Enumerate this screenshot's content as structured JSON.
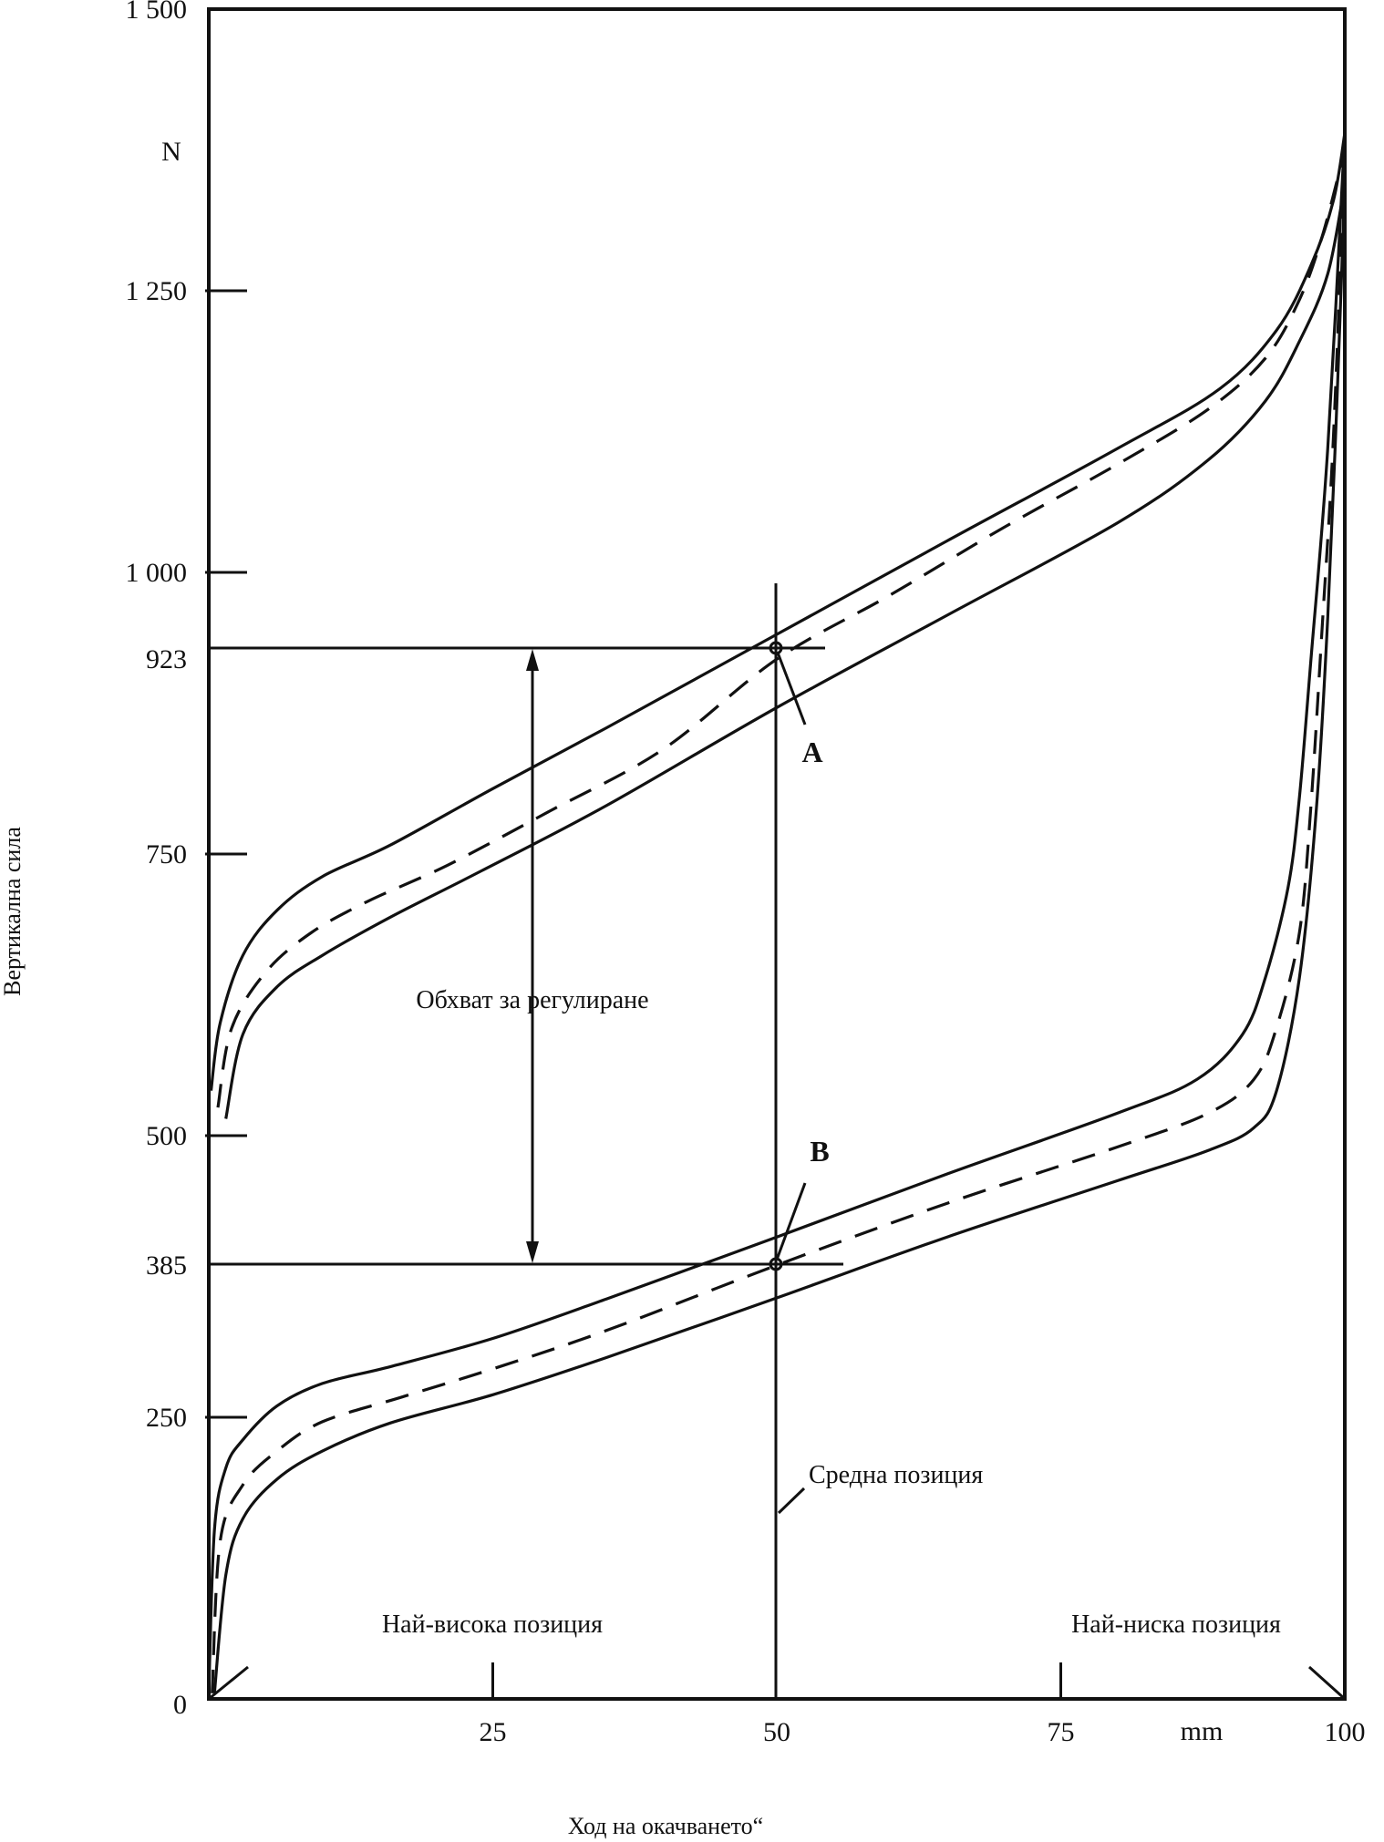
{
  "chart_data": {
    "type": "line",
    "title": "",
    "xlabel": "Ход на окачването“",
    "ylabel": "Вертикална сила",
    "x_unit": "mm",
    "y_unit": "N",
    "xlim": [
      0,
      100
    ],
    "ylim": [
      0,
      1500
    ],
    "xticks": [
      {
        "value": 25,
        "label": "25"
      },
      {
        "value": 50,
        "label": "50"
      },
      {
        "value": 75,
        "label": "75"
      },
      {
        "value": 100,
        "label": "100"
      }
    ],
    "xzero_label": "0",
    "yticks": [
      {
        "value": 1500,
        "label": "1 500"
      },
      {
        "value": 1250,
        "label": "1 250"
      },
      {
        "value": 1000,
        "label": "1 000"
      },
      {
        "value": 923,
        "label": "923"
      },
      {
        "value": 750,
        "label": "750"
      },
      {
        "value": 500,
        "label": "500"
      },
      {
        "value": 385,
        "label": "385"
      },
      {
        "value": 250,
        "label": "250"
      }
    ],
    "grid": false,
    "series": [
      {
        "style": "solid",
        "x": [
          0.2,
          1,
          3,
          6,
          10,
          16,
          25,
          35,
          50,
          65,
          80,
          89,
          94,
          97,
          99,
          100
        ],
        "y": [
          540,
          600,
          660,
          700,
          730,
          758,
          808,
          862,
          945,
          1028,
          1110,
          1163,
          1215,
          1272,
          1330,
          1390
        ]
      },
      {
        "style": "dashed",
        "x": [
          0.8,
          2,
          5,
          9,
          14,
          21,
          30,
          40,
          50,
          60,
          70,
          80,
          88,
          93,
          96,
          98,
          100
        ],
        "y": [
          525,
          595,
          645,
          680,
          708,
          740,
          788,
          843,
          923,
          980,
          1040,
          1096,
          1145,
          1190,
          1242,
          1298,
          1375
        ]
      },
      {
        "style": "solid",
        "x": [
          1.5,
          3,
          6,
          10,
          16,
          24,
          35,
          50,
          65,
          80,
          88,
          93,
          96,
          98.5,
          100
        ],
        "y": [
          515,
          590,
          632,
          660,
          694,
          735,
          793,
          880,
          962,
          1044,
          1100,
          1152,
          1205,
          1265,
          1345
        ]
      },
      {
        "style": "solid",
        "x": [
          0,
          0.5,
          1.5,
          3,
          6,
          10,
          16,
          25,
          35,
          50,
          65,
          80,
          87,
          91,
          93,
          95,
          96,
          97,
          98.5,
          100
        ],
        "y": [
          5,
          150,
          205,
          230,
          260,
          280,
          295,
          320,
          355,
          410,
          466,
          520,
          550,
          590,
          640,
          720,
          800,
          920,
          1110,
          1390
        ]
      },
      {
        "style": "dashed",
        "x": [
          0.3,
          1,
          3,
          6,
          10,
          17,
          25,
          35,
          50,
          65,
          80,
          88,
          92,
          94,
          96,
          97,
          98,
          99,
          100
        ],
        "y": [
          5,
          140,
          190,
          220,
          246,
          268,
          293,
          327,
          385,
          440,
          490,
          520,
          550,
          596,
          680,
          790,
          950,
          1120,
          1375
        ]
      },
      {
        "style": "solid",
        "x": [
          0.5,
          1.5,
          3,
          6,
          10,
          16,
          25,
          35,
          50,
          65,
          80,
          88,
          92,
          94,
          96,
          97.5,
          98.5,
          99.3,
          100
        ],
        "y": [
          5,
          110,
          160,
          195,
          220,
          245,
          270,
          303,
          356,
          410,
          460,
          487,
          507,
          540,
          640,
          790,
          960,
          1150,
          1345
        ]
      }
    ],
    "annotations": {
      "unit_n": "N",
      "unit_mm": "mm",
      "region_label": "Обхват за регулиране",
      "point_a_label": "A",
      "point_b_label": "B",
      "middle_label": "Средна позиция",
      "highest_label": "Най-висока позиция",
      "lowest_label": "Най-ниска позиция"
    },
    "points": [
      {
        "name": "A",
        "x": 50,
        "y": 923
      },
      {
        "name": "B",
        "x": 50,
        "y": 385
      }
    ]
  }
}
